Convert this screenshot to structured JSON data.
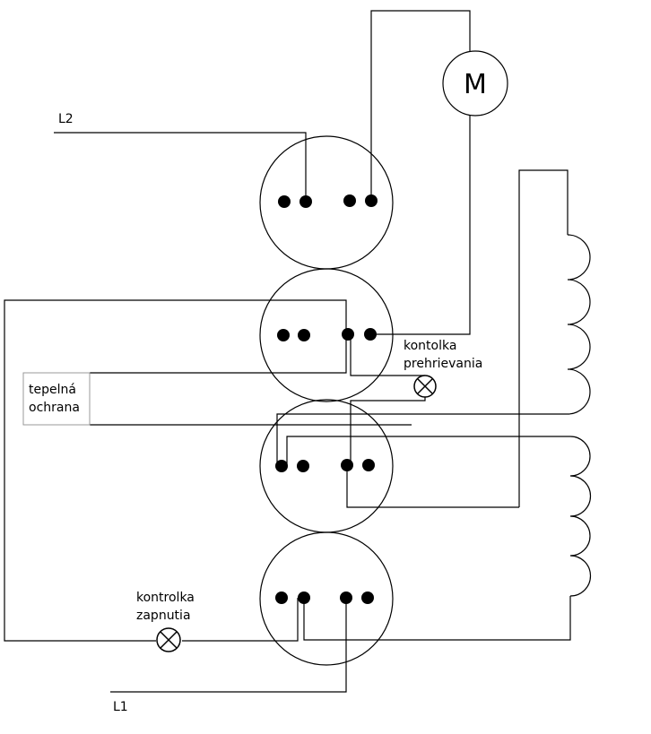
{
  "labels": {
    "l2": "L2",
    "l1": "L1",
    "motor": "M",
    "thermal_line1": "tepelná",
    "thermal_line2": "ochrana",
    "overheat_line1": "kontolka",
    "overheat_line2": "prehrievania",
    "power_line1": "kontrolka",
    "power_line2": "zapnutia"
  },
  "switch_decks": 4,
  "contacts_per_deck": 4,
  "heater_coils": 2,
  "turns_per_coil": 4,
  "indicator_lamps": 2
}
